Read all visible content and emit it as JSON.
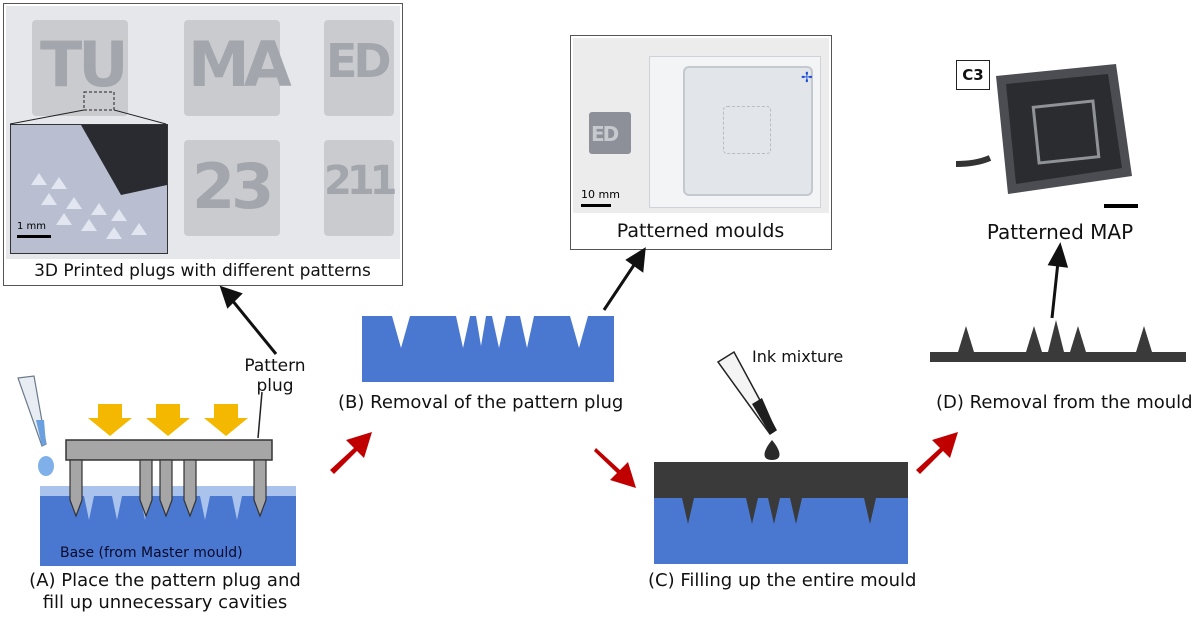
{
  "panel_plugs": {
    "caption": "3D Printed plugs with different patterns",
    "plugs": [
      "TU",
      "MA",
      "ED",
      "23",
      "211"
    ],
    "scale_bar": "1 mm"
  },
  "panel_moulds": {
    "caption": "Patterned moulds",
    "scale_bar": "10 mm"
  },
  "panel_map": {
    "caption": "Patterned MAP",
    "tag": "C3"
  },
  "steps": {
    "a_line1": "(A) Place the pattern plug and",
    "a_line2": "fill up unnecessary cavities",
    "b": "(B) Removal of the pattern plug",
    "c": "(C) Filling up the entire mould",
    "d": "(D) Removal from the mould"
  },
  "annotations": {
    "pattern_plug_line1": "Pattern",
    "pattern_plug_line2": "plug",
    "ink_mixture": "Ink mixture",
    "base_label": "Base (from Master mould)"
  },
  "colors": {
    "mould_blue": "#4a78d0",
    "light_blue": "#a9c3ec",
    "plug_gray": "#9e9e9e",
    "ink_dark": "#3a3a3a",
    "arrow_red": "#c00000",
    "pressure_yellow": "#f5b800"
  }
}
